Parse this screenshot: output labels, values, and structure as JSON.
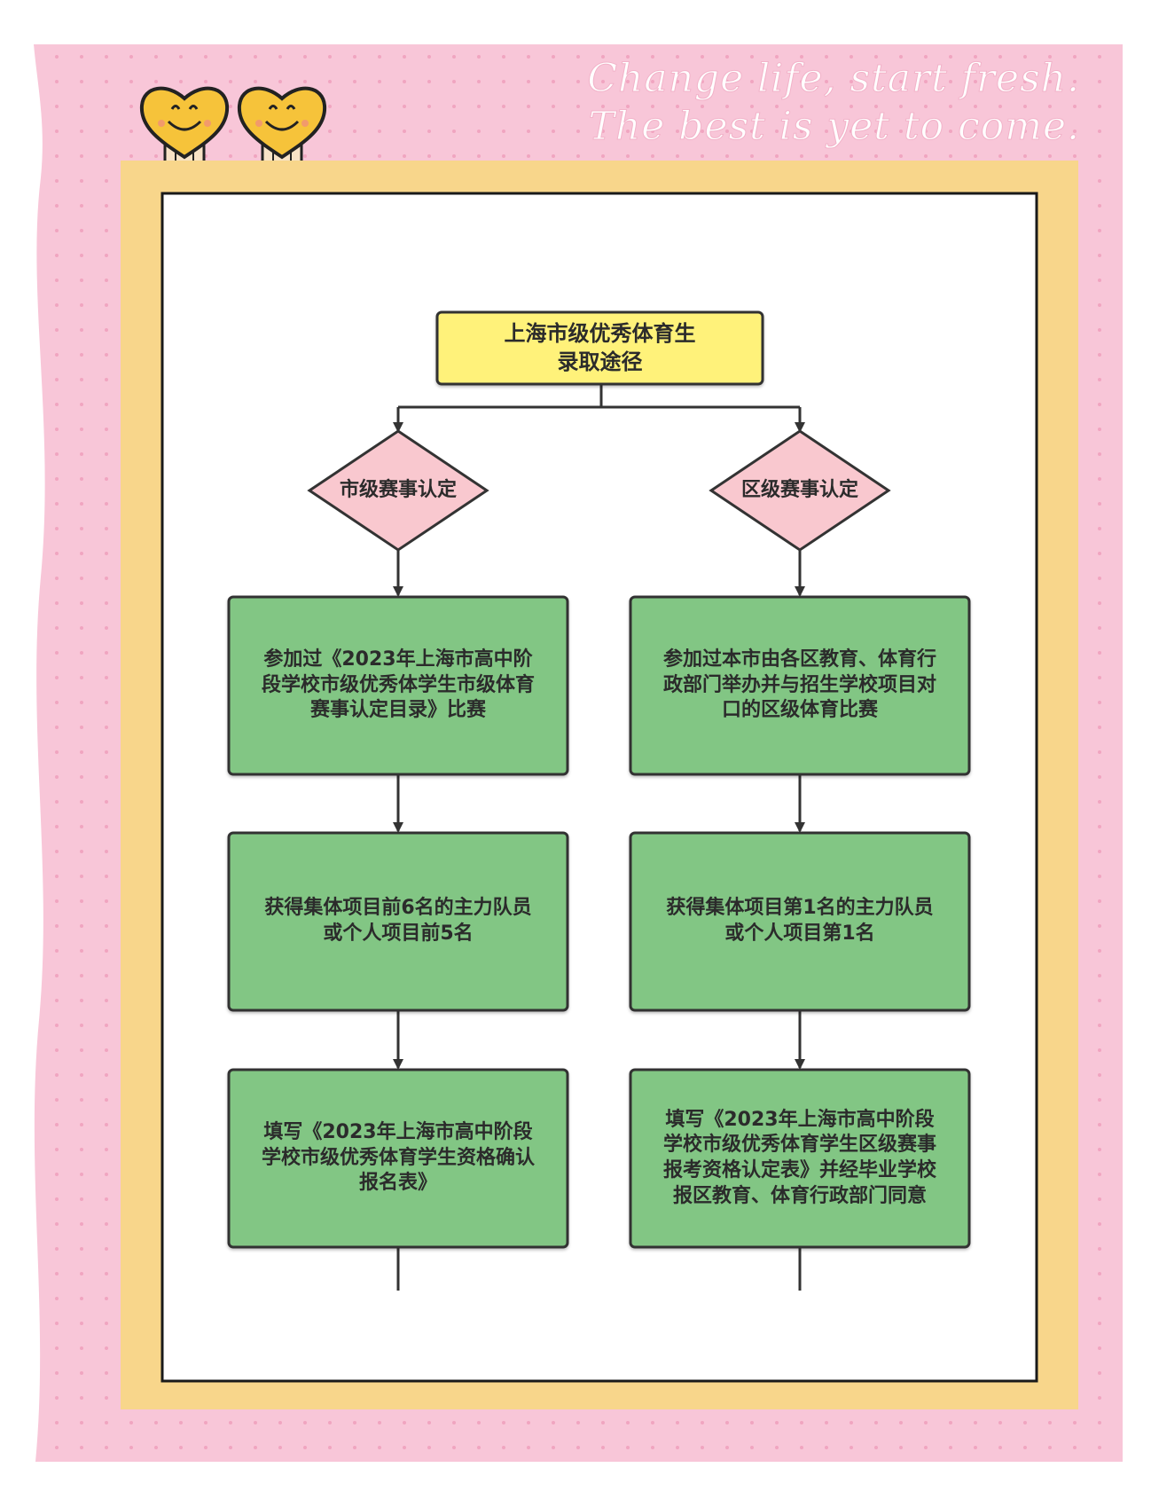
{
  "decoration": {
    "slogan_line1": "Change life, start fresh.",
    "slogan_line2": "The best is yet to come.",
    "icons": [
      "smiley-heart-icon",
      "smiley-heart-icon"
    ]
  },
  "colors": {
    "page_background": "#ffffff",
    "pink_frame": "#f8c6d8",
    "pink_dots": "#ef9fbc",
    "yellow_frame": "#f8d68b",
    "canvas": "#ffffff",
    "title_fill": "#fff27a",
    "diamond_fill": "#f9c8cf",
    "step_fill": "#82c684",
    "stroke": "#333333"
  },
  "diagram": {
    "title": "上海市级优秀体育生\n录取途径",
    "left": {
      "decision": "市级赛事认定",
      "steps": [
        "参加过《2023年上海市高中阶\n段学校市级优秀体学生市级体育\n赛事认定目录》比赛",
        "获得集体项目前6名的主力队员\n或个人项目前5名",
        "填写《2023年上海市高中阶段\n学校市级优秀体育学生资格确认\n报名表》"
      ]
    },
    "right": {
      "decision": "区级赛事认定",
      "steps": [
        "参加过本市由各区教育、体育行\n政部门举办并与招生学校项目对\n口的区级体育比赛",
        "获得集体项目第1名的主力队员\n或个人项目第1名",
        "填写《2023年上海市高中阶段\n学校市级优秀体育学生区级赛事\n报考资格认定表》并经毕业学校\n报区教育、体育行政部门同意"
      ]
    }
  }
}
